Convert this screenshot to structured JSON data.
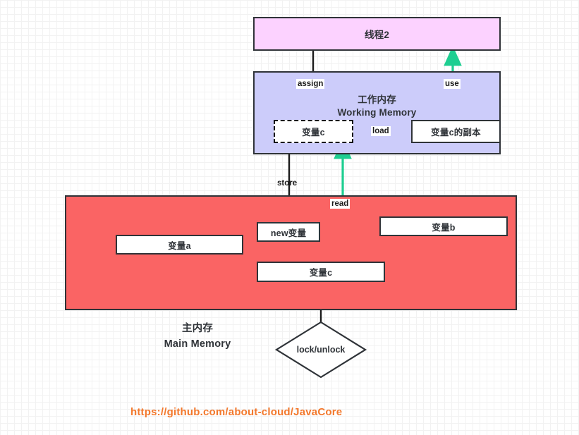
{
  "diagram": {
    "title": "Java Memory Model - Thread 2 working memory and main memory interaction",
    "colors": {
      "thread_fill": "#fcd2ff",
      "working_memory_fill": "#ccccfa",
      "main_memory_fill": "#fa6464",
      "box_fill": "#ffffff",
      "stroke": "#2f3338",
      "green_arrow": "#1ece91",
      "black_arrow": "#1b1b1b",
      "url_color": "#f3782c",
      "grid_minor": "#f2f2f2",
      "grid_major": "#dedede"
    },
    "nodes": {
      "thread": {
        "label": "线程2"
      },
      "working_memory": {
        "title_cn": "工作内存",
        "title_en": "Working Memory"
      },
      "var_c_working": {
        "label": "变量c"
      },
      "var_c_copy": {
        "label": "变量c的副本"
      },
      "main_memory": {
        "title_cn": "主内存",
        "title_en": "Main Memory"
      },
      "var_a": {
        "label": "变量a"
      },
      "var_b": {
        "label": "变量b"
      },
      "new_var": {
        "label": "new变量"
      },
      "var_c_main": {
        "label": "变量c"
      },
      "lock_unlock": {
        "label": "lock/unlock"
      }
    },
    "edges": [
      {
        "id": "assign",
        "label": "assign",
        "from": "thread",
        "to": "var_c_working",
        "color": "#1b1b1b"
      },
      {
        "id": "load",
        "label": "load",
        "from": "var_c_working",
        "to": "var_c_copy",
        "color": "#1ece91"
      },
      {
        "id": "use",
        "label": "use",
        "from": "var_c_copy",
        "to": "thread",
        "color": "#1ece91"
      },
      {
        "id": "store",
        "label": "store",
        "from": "var_c_working",
        "to": "new_var",
        "color": "#1b1b1b"
      },
      {
        "id": "read",
        "label": "read",
        "from": "var_c_main",
        "to": "var_c_working",
        "color": "#1ece91"
      },
      {
        "id": "lock",
        "label": "",
        "from": "lock_unlock",
        "to": "var_c_main",
        "color": "#1b1b1b"
      }
    ],
    "footer": {
      "url": "https://github.com/about-cloud/JavaCore"
    }
  }
}
